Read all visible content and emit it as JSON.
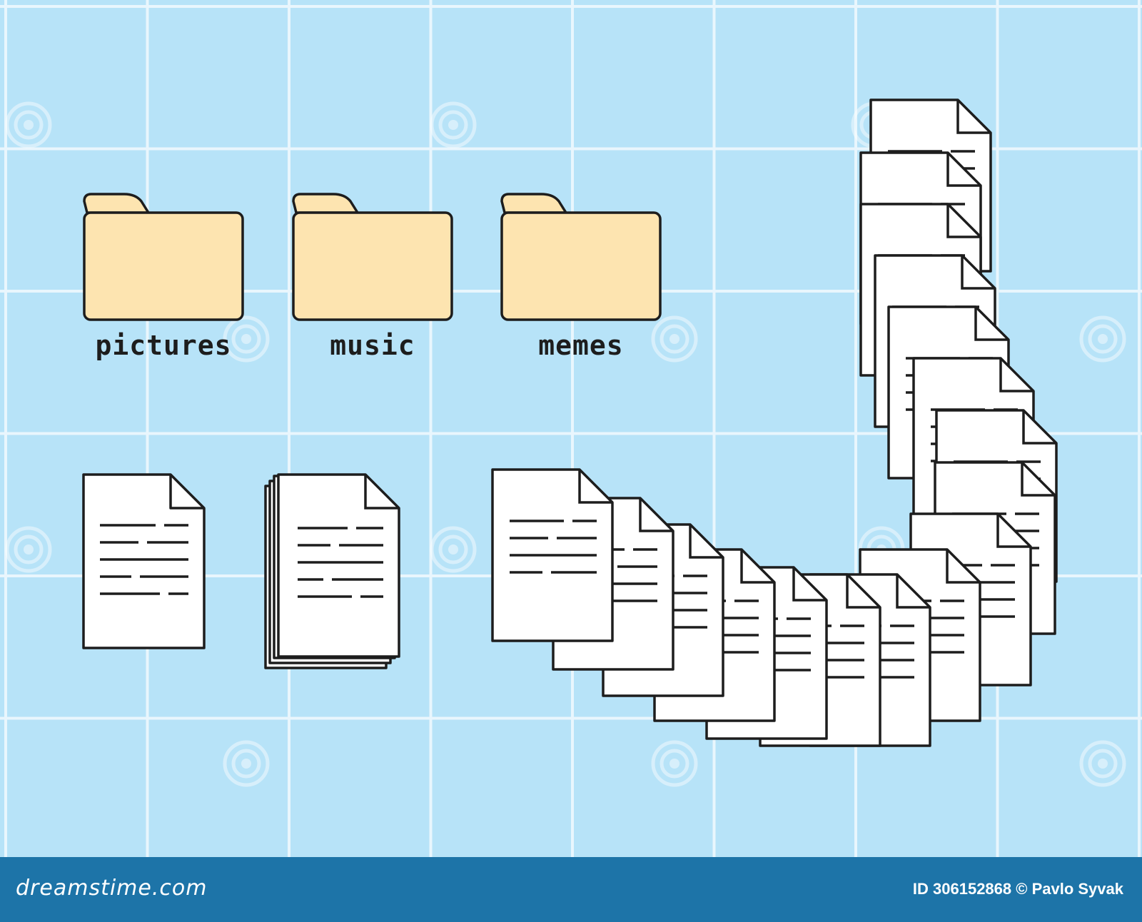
{
  "colors": {
    "background": "#b7e3f8",
    "grid_line": "#e9f6fd",
    "folder_fill": "#fde4b0",
    "outline": "#1d1d1d",
    "footer": "#1d74a8"
  },
  "folders": [
    {
      "label": "pictures",
      "icon": "folder-icon"
    },
    {
      "label": "music",
      "icon": "folder-icon"
    },
    {
      "label": "memes",
      "icon": "folder-icon"
    }
  ],
  "files": [
    {
      "icon": "document-icon",
      "name": "single document"
    },
    {
      "icon": "document-stack-icon",
      "name": "stacked documents"
    },
    {
      "icon": "document-trail-icon",
      "name": "curved trail of documents"
    }
  ],
  "footer": {
    "brand": "dreamstime.com",
    "credit": "ID 306152868 © Pavlo Syvak"
  },
  "watermark": "dreamstime"
}
